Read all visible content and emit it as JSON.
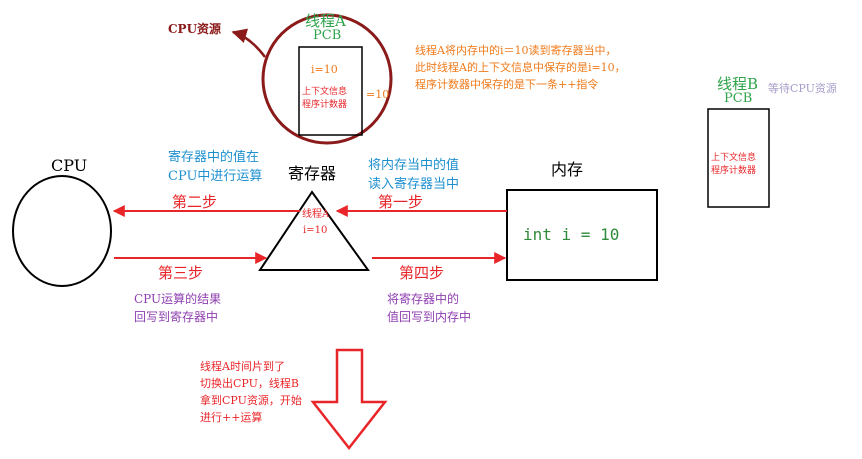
{
  "cpu_resource_label": "CPU资源",
  "thread_a": {
    "title": "线程A",
    "pcb": "PCB",
    "i_value": "i=10",
    "ctx_line1": "上下文信息",
    "ctx_line2": "程序计数器",
    "ctx_value": "=10"
  },
  "thread_b": {
    "title": "线程B",
    "pcb": "PCB",
    "status": "等待CPU资源",
    "ctx_line1": "上下文信息",
    "ctx_line2": "程序计数器"
  },
  "note_top": "线程A将内存中的i＝10读到寄存器当中，\n此时线程A的上下文信息中保存的是i=10，\n程序计数器中保存的是下一条++指令",
  "cpu_label": "CPU",
  "register": {
    "label": "寄存器",
    "inner_line1": "线程A",
    "inner_line2": "i=10"
  },
  "memory": {
    "label": "内存",
    "content": "int i = 10"
  },
  "note_cpu_compute": "寄存器中的值在\nCPU中进行运算",
  "note_load": "将内存当中的值\n读入寄存器当中",
  "step1": "第一步",
  "step2": "第二步",
  "step3": "第三步",
  "step4": "第四步",
  "note_writeback_register": "CPU运算的结果\n回写到寄存器中",
  "note_writeback_memory": "将寄存器中的\n值回写到内存中",
  "note_switch": "线程A时间片到了\n切换出CPU，线程B\n拿到CPU资源，开始\n进行++运算",
  "colors": {
    "dark_red": "#8b1a1a",
    "red": "#e8262a",
    "green": "#2fa44a",
    "orange": "#f07a1a",
    "blue": "#1e90d0",
    "purple": "#8e3fb0",
    "gray_purple": "#a89cc8",
    "code_green": "#2e8b3a"
  }
}
